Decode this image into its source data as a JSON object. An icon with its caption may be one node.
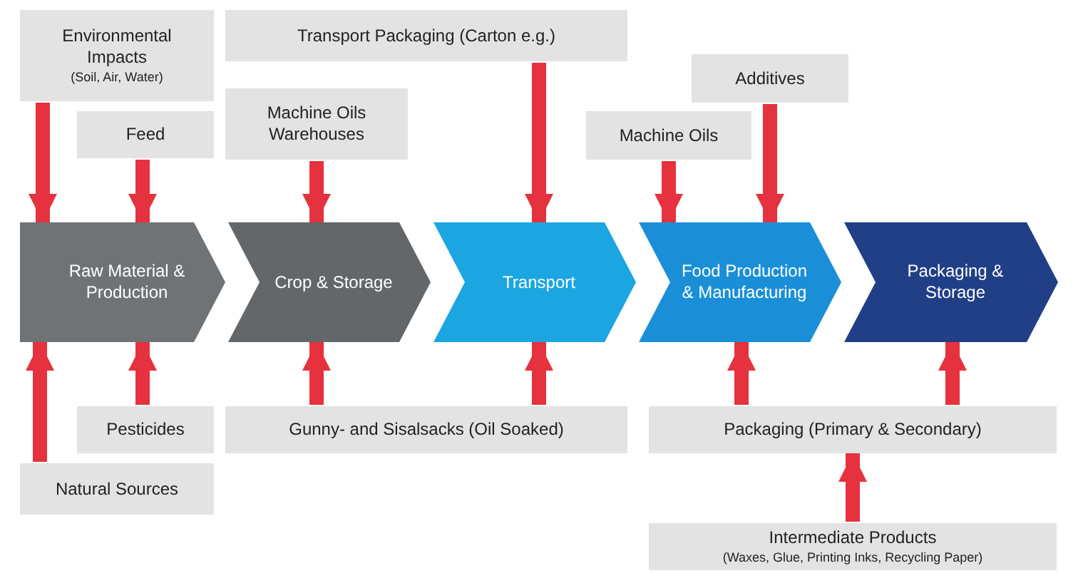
{
  "diagram": {
    "nodes": [
      {
        "text": [
          "Environmental Impacts",
          "(Soil, Air, Water)"
        ]
      },
      {
        "text": [
          "Feed"
        ]
      },
      {
        "text": [
          "Transport Packaging (Carton e.g.)"
        ]
      },
      {
        "text": [
          "Machine Oils Warehouses"
        ]
      },
      {
        "text": [
          "Additives"
        ]
      },
      {
        "text": [
          "Machine Oils"
        ]
      },
      {
        "text": [
          "Raw Material & Production"
        ]
      },
      {
        "text": [
          "Crop & Storage"
        ]
      },
      {
        "text": [
          "Transport"
        ]
      },
      {
        "text": [
          "Food Production & Manufacturing"
        ]
      },
      {
        "text": [
          "Packaging & Storage"
        ]
      },
      {
        "text": [
          "Pesticides"
        ]
      },
      {
        "text": [
          "Gunny- and Sisalsacks (Oil Soaked)"
        ]
      },
      {
        "text": [
          "Packaging (Primary & Secondary)"
        ]
      },
      {
        "text": [
          "Natural Sources"
        ]
      },
      {
        "text": [
          "Intermediate Products",
          "(Waxes, Glue, Printing Inks, Recycling Paper)"
        ]
      }
    ],
    "edges": [
      {
        "from": 0,
        "to": 6,
        "arrow": "to"
      },
      {
        "from": 1,
        "to": 6,
        "arrow": "to"
      },
      {
        "from": 3,
        "to": 7,
        "arrow": "to"
      },
      {
        "from": 2,
        "to": 8,
        "arrow": "to"
      },
      {
        "from": 5,
        "to": 9,
        "arrow": "to"
      },
      {
        "from": 4,
        "to": 9,
        "arrow": "to"
      },
      {
        "from": 14,
        "to": 6,
        "arrow": "to"
      },
      {
        "from": 11,
        "to": 6,
        "arrow": "to"
      },
      {
        "from": 12,
        "to": 7,
        "arrow": "to"
      },
      {
        "from": 12,
        "to": 8,
        "arrow": "to"
      },
      {
        "from": 13,
        "to": 9,
        "arrow": "to"
      },
      {
        "from": 13,
        "to": 10,
        "arrow": "to"
      },
      {
        "from": 15,
        "to": 13,
        "arrow": "to"
      }
    ]
  }
}
